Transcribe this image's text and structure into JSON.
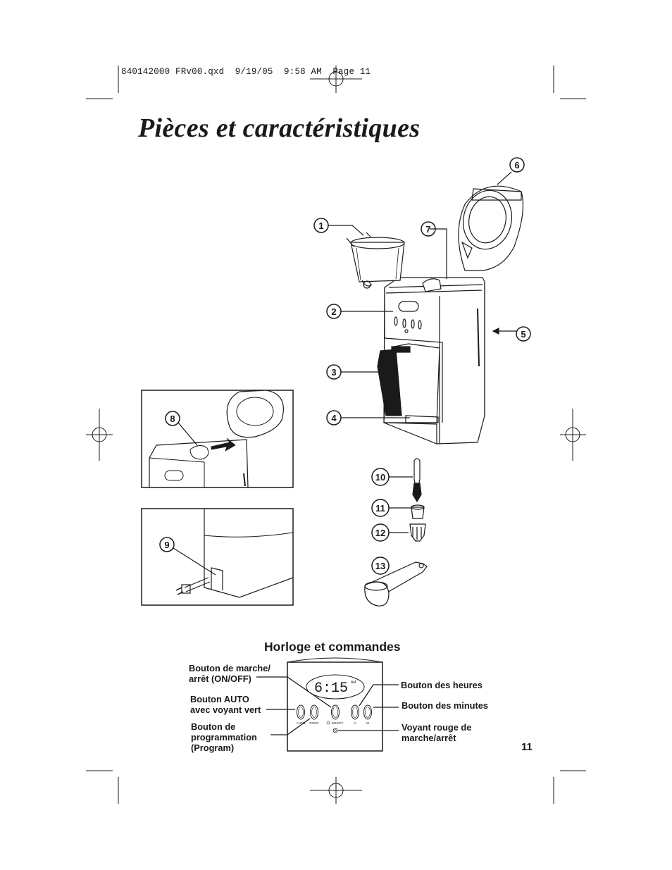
{
  "header": {
    "slug": "840142000 FRv00.qxd  9/19/05  9:58 AM  Page 11"
  },
  "page": {
    "title": "Pièces et caractéristiques",
    "number": "11"
  },
  "callouts": [
    "1",
    "2",
    "3",
    "4",
    "5",
    "6",
    "7",
    "8",
    "9",
    "10",
    "11",
    "12",
    "13"
  ],
  "controls": {
    "heading": "Horloge et commandes",
    "display_time": "6:15",
    "display_ampm": "AM",
    "button_marks": [
      "AUTO",
      "PROG",
      "ON/OFF",
      "H",
      "M"
    ],
    "labels": {
      "on_off_1": "Bouton de marche/",
      "on_off_2": "arrêt (ON/OFF)",
      "auto_1": "Bouton AUTO",
      "auto_2": "avec voyant vert",
      "prog_1": "Bouton de",
      "prog_2": "programmation",
      "prog_3": "(Program)",
      "hours": "Bouton des heures",
      "minutes": "Bouton des minutes",
      "light_1": "Voyant rouge de",
      "light_2": "marche/arrêt"
    }
  }
}
